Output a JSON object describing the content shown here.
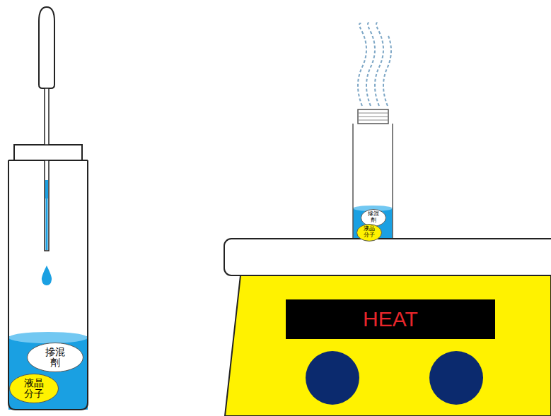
{
  "diagram": {
    "nodes": [
      {
        "text": [
          "摻混劑"
        ]
      },
      {
        "text": [
          "液晶分子"
        ]
      },
      {
        "text": [
          "摻混劑"
        ]
      },
      {
        "text": [
          "液晶分子"
        ]
      },
      {
        "text": [
          "HEAT"
        ]
      }
    ]
  }
}
